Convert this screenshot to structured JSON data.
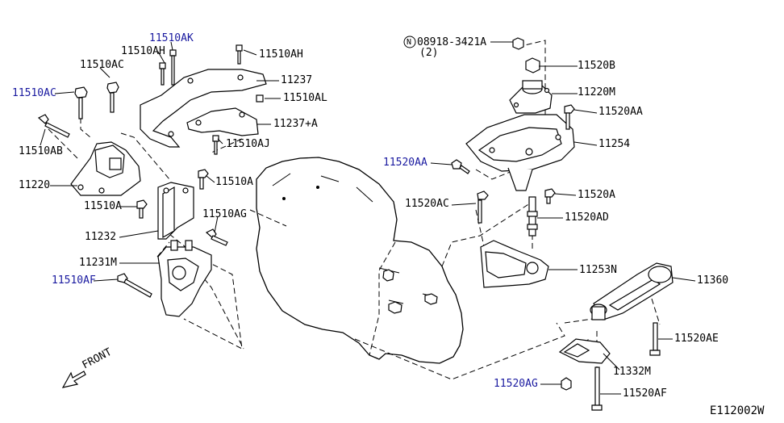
{
  "colors": {
    "ink": "#000000",
    "blue_label": "#1a1aa0",
    "background": "#ffffff"
  },
  "labels": {
    "l_11510AK": "11510AK",
    "l_11510AH_top": "11510AH",
    "l_11510AH_right": "11510AH",
    "l_11510AC_top": "11510AC",
    "l_11237": "11237",
    "l_11510AC_left": "11510AC",
    "l_11510AL": "11510AL",
    "l_11237A": "11237+A",
    "l_11510AB": "11510AB",
    "l_11510AJ": "11510AJ",
    "l_11220": "11220",
    "l_11510A_right": "11510A",
    "l_11510A_left": "11510A",
    "l_11510AG": "11510AG",
    "l_11232": "11232",
    "l_11231M": "11231M",
    "l_11510AF": "11510AF",
    "l_08918": "08918-3421A",
    "l_qty": "(2)",
    "l_N": "N",
    "l_11520B": "11520B",
    "l_11220M": "11220M",
    "l_11520AA_right": "11520AA",
    "l_11254": "11254",
    "l_11520AA_left": "11520AA",
    "l_11520A": "11520A",
    "l_11520AC": "11520AC",
    "l_11520AD": "11520AD",
    "l_11253N": "11253N",
    "l_11360": "11360",
    "l_11520AE": "11520AE",
    "l_11332M": "11332M",
    "l_11520AG": "11520AG",
    "l_11520AF": "11520AF",
    "l_front": "FRONT",
    "l_code": "E112002W"
  }
}
